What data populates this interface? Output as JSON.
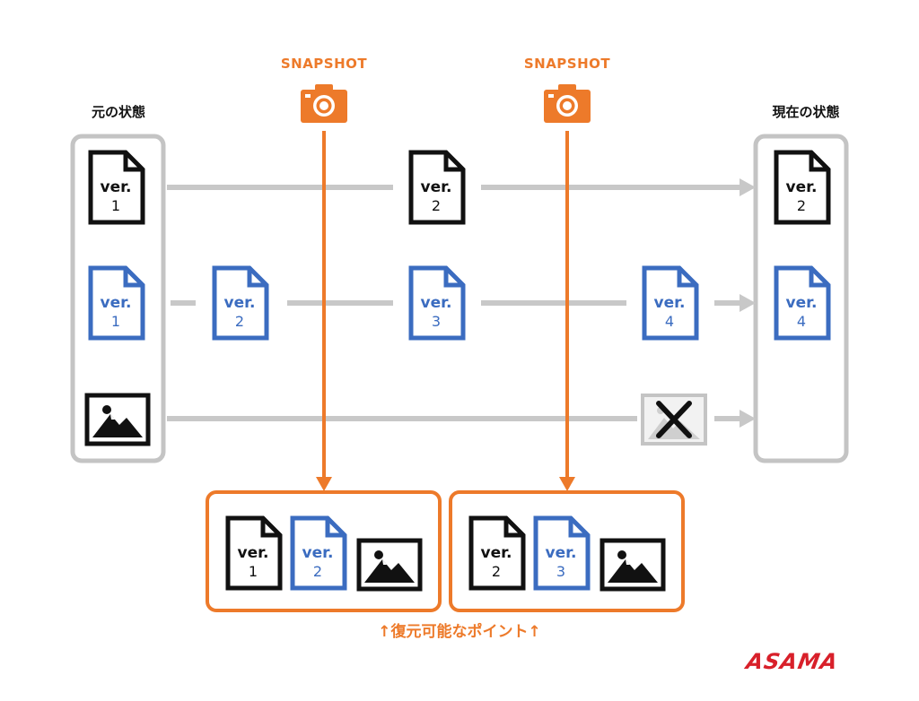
{
  "labels": {
    "original_state": "元の状態",
    "current_state": "現在の状態",
    "snapshot": "SNAPSHOT",
    "restore_note": "↑復元可能なポイント↑",
    "brand": "ASAMA"
  },
  "file_prefix": "ver.",
  "colors": {
    "accent": "#ed7a2a",
    "black_file": "#111111",
    "blue_file": "#3b6cc0",
    "gray_line": "#c8c8c8",
    "gray_box": "#c4c4c4",
    "brand": "#d8202a"
  },
  "rows": [
    {
      "color": "black",
      "start": "1",
      "middle": [
        "2"
      ],
      "current": "2"
    },
    {
      "color": "blue",
      "start": "1",
      "middle": [
        "2",
        "3",
        "4"
      ],
      "current": "4"
    },
    {
      "type": "image",
      "deleted": true
    }
  ],
  "snapshots": [
    {
      "label": "SNAPSHOT",
      "files": [
        {
          "color": "black",
          "ver": "1"
        },
        {
          "color": "blue",
          "ver": "2"
        },
        {
          "type": "image"
        }
      ]
    },
    {
      "label": "SNAPSHOT",
      "files": [
        {
          "color": "black",
          "ver": "2"
        },
        {
          "color": "blue",
          "ver": "3"
        },
        {
          "type": "image"
        }
      ]
    }
  ],
  "icons": {
    "camera": "camera-icon",
    "document": "document-icon",
    "image": "image-icon",
    "delete": "close-icon",
    "arrow": "arrow-right-icon"
  }
}
